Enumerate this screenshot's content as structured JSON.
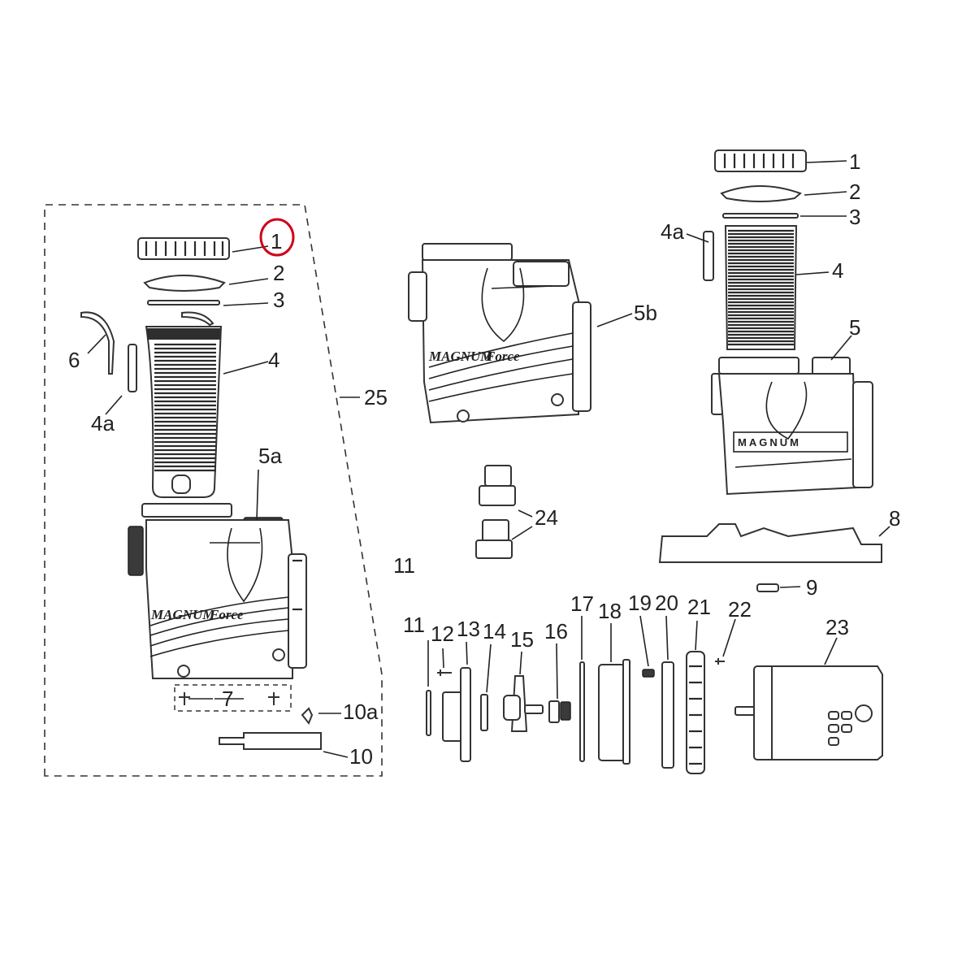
{
  "labels": {
    "l1_left": "1",
    "l2_left": "2",
    "l3_left": "3",
    "l4_left": "4",
    "l4a_left": "4a",
    "l6": "6",
    "l5a": "5a",
    "l7": "7",
    "l10": "10",
    "l10a": "10a",
    "l25": "25",
    "l5b": "5b",
    "l24": "24",
    "l11_top": "11",
    "l1_right": "1",
    "l2_right": "2",
    "l3_right": "3",
    "l4_right": "4",
    "l4a_right": "4a",
    "l5_right": "5",
    "l8": "8",
    "l9": "9",
    "l11": "11",
    "l12": "12",
    "l13": "13",
    "l14": "14",
    "l15": "15",
    "l16": "16",
    "l17": "17",
    "l18": "18",
    "l19": "19",
    "l20": "20",
    "l21": "21",
    "l22": "22",
    "l23": "23"
  },
  "brand_text": {
    "left_housing": "MAGNUM",
    "left_housing_sub": "Force",
    "center_housing": "MAGNUM",
    "center_housing_sub": "Force",
    "right_housing": "MAGNUM"
  },
  "highlight_color": "#d0021b"
}
